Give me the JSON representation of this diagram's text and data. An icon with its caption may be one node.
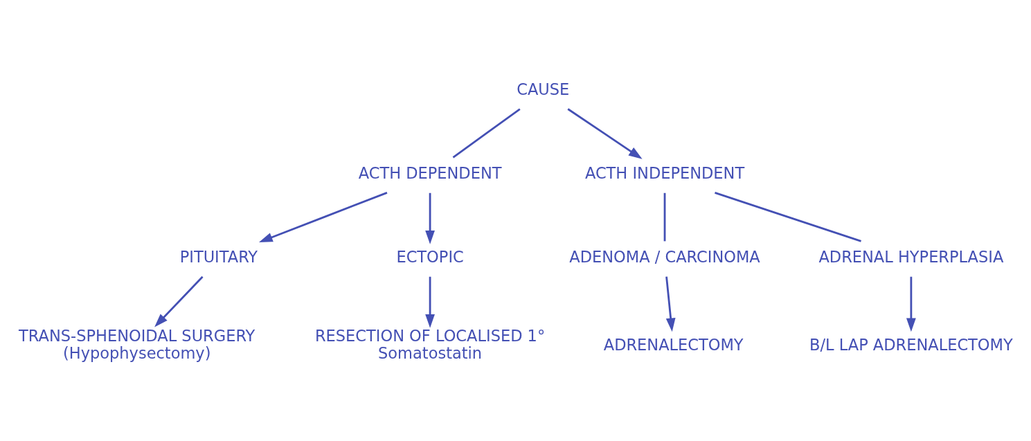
{
  "diagram": {
    "nodes": [
      {
        "text": [
          "CAUSE"
        ]
      },
      {
        "text": [
          "ACTH DEPENDENT"
        ]
      },
      {
        "text": [
          "ACTH INDEPENDENT"
        ]
      },
      {
        "text": [
          "PITUITARY"
        ]
      },
      {
        "text": [
          "ECTOPIC"
        ]
      },
      {
        "text": [
          "ADENOMA / CARCINOMA"
        ]
      },
      {
        "text": [
          "ADRENAL HYPERPLASIA"
        ]
      },
      {
        "text": [
          "TRANS-SPHENOIDAL SURGERY",
          "(Hypophysectomy)"
        ]
      },
      {
        "text": [
          "RESECTION OF LOCALISED 1°",
          "Somatostatin"
        ]
      },
      {
        "text": [
          "ADRENALECTOMY"
        ]
      },
      {
        "text": [
          "B/L LAP ADRENALECTOMY"
        ]
      }
    ],
    "edges": [
      {
        "from": 0,
        "to": 1,
        "arrow": "none"
      },
      {
        "from": 0,
        "to": 2,
        "arrow": "to"
      },
      {
        "from": 1,
        "to": 3,
        "arrow": "to"
      },
      {
        "from": 1,
        "to": 4,
        "arrow": "to"
      },
      {
        "from": 2,
        "to": 5,
        "arrow": "none"
      },
      {
        "from": 2,
        "to": 6,
        "arrow": "none"
      },
      {
        "from": 3,
        "to": 7,
        "arrow": "to"
      },
      {
        "from": 4,
        "to": 8,
        "arrow": "to"
      },
      {
        "from": 5,
        "to": 9,
        "arrow": "to"
      },
      {
        "from": 6,
        "to": 10,
        "arrow": "to"
      }
    ]
  }
}
